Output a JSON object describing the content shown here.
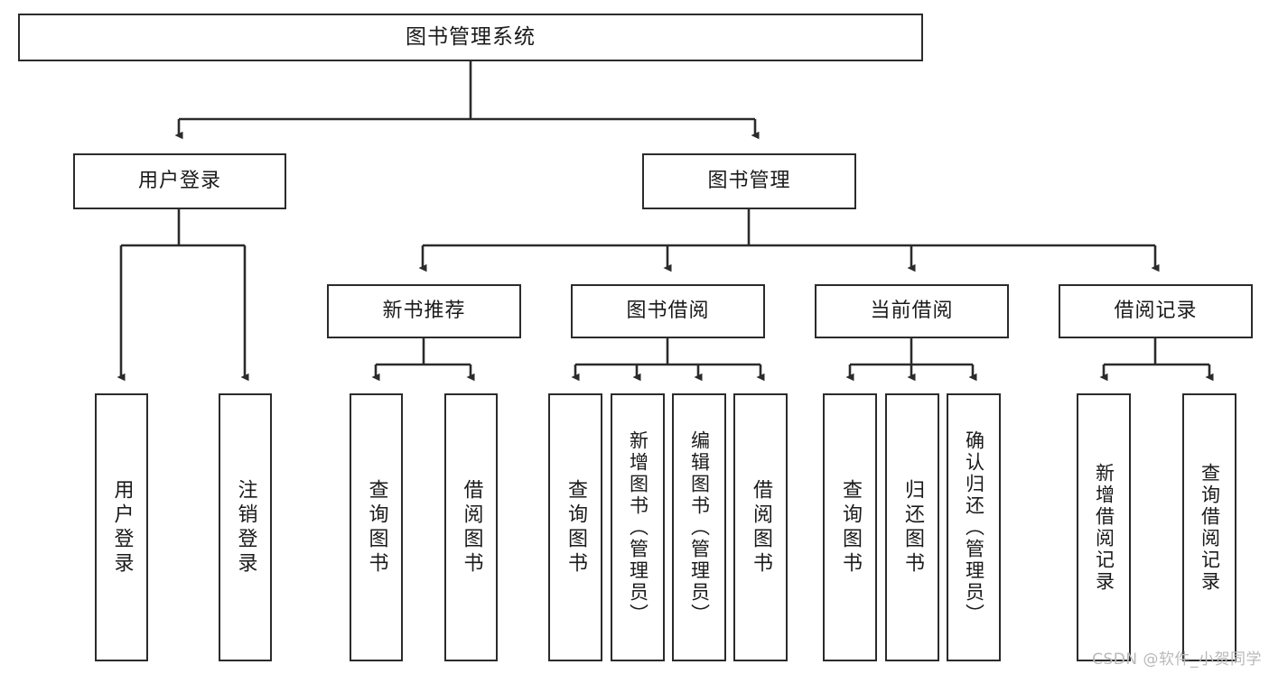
{
  "diagram": {
    "title": "图书管理系统",
    "watermark": "CSDN @软件_小贺同学",
    "line_color": "#2b2b2b",
    "box_border_color": "#2b2b2b",
    "box_fill": "#ffffff",
    "text_color": "#1a1a1a",
    "watermark_color": "#b9b9b9"
  },
  "nodes": {
    "root": {
      "label": "图书管理系统"
    },
    "level2": [
      {
        "label": "用户登录"
      },
      {
        "label": "图书管理"
      }
    ],
    "level3": [
      {
        "label": "新书推荐"
      },
      {
        "label": "图书借阅"
      },
      {
        "label": "当前借阅"
      },
      {
        "label": "借阅记录"
      }
    ],
    "leaves": {
      "user_login": [
        {
          "label": "用户登录"
        },
        {
          "label": "注销登录"
        }
      ],
      "new_book": [
        {
          "label": "查询图书"
        },
        {
          "label": "借阅图书"
        }
      ],
      "borrow_book": [
        {
          "label": "查询图书"
        },
        {
          "label": "新增图书（管理员）"
        },
        {
          "label": "编辑图书（管理员）"
        },
        {
          "label": "借阅图书"
        }
      ],
      "current_borrow": [
        {
          "label": "查询图书"
        },
        {
          "label": "归还图书"
        },
        {
          "label": "确认归还（管理员）"
        }
      ],
      "borrow_record": [
        {
          "label": "新增借阅记录"
        },
        {
          "label": "查询借阅记录"
        }
      ]
    }
  },
  "chart_data": {
    "type": "tree-diagram",
    "title": "图书管理系统",
    "hierarchy": {
      "name": "图书管理系统",
      "children": [
        {
          "name": "用户登录",
          "children": [
            {
              "name": "用户登录"
            },
            {
              "name": "注销登录"
            }
          ]
        },
        {
          "name": "图书管理",
          "children": [
            {
              "name": "新书推荐",
              "children": [
                {
                  "name": "查询图书"
                },
                {
                  "name": "借阅图书"
                }
              ]
            },
            {
              "name": "图书借阅",
              "children": [
                {
                  "name": "查询图书"
                },
                {
                  "name": "新增图书（管理员）"
                },
                {
                  "name": "编辑图书（管理员）"
                },
                {
                  "name": "借阅图书"
                }
              ]
            },
            {
              "name": "当前借阅",
              "children": [
                {
                  "name": "查询图书"
                },
                {
                  "name": "归还图书"
                },
                {
                  "name": "确认归还（管理员）"
                }
              ]
            },
            {
              "name": "借阅记录",
              "children": [
                {
                  "name": "新增借阅记录"
                },
                {
                  "name": "查询借阅记录"
                }
              ]
            }
          ]
        }
      ]
    }
  }
}
